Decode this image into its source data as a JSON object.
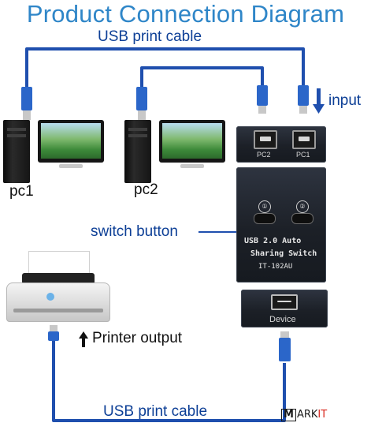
{
  "diagram": {
    "title": "Product Connection Diagram",
    "labels": {
      "top_cable": "USB print cable",
      "bottom_cable": "USB print cable",
      "input": "input",
      "pc1": "pc1",
      "pc2": "pc2",
      "switch_button": "switch button",
      "printer_output": "Printer output"
    },
    "switch_device": {
      "port_pc2": "PC2",
      "port_pc1": "PC1",
      "button_1_marker": "①",
      "button_2_marker": "②",
      "line1": "USB 2.0 Auto",
      "line2": "Sharing Switch",
      "model": "IT-102AU",
      "device_port": "Device"
    },
    "watermark": {
      "first_letter": "M",
      "rest": "ARK",
      "suffix": "IT"
    },
    "colors": {
      "title": "#2f86c8",
      "cable": "#1f4fae",
      "connector": "#2b66c9",
      "label_dark": "#0d3f96",
      "box": "#1c2027"
    }
  }
}
